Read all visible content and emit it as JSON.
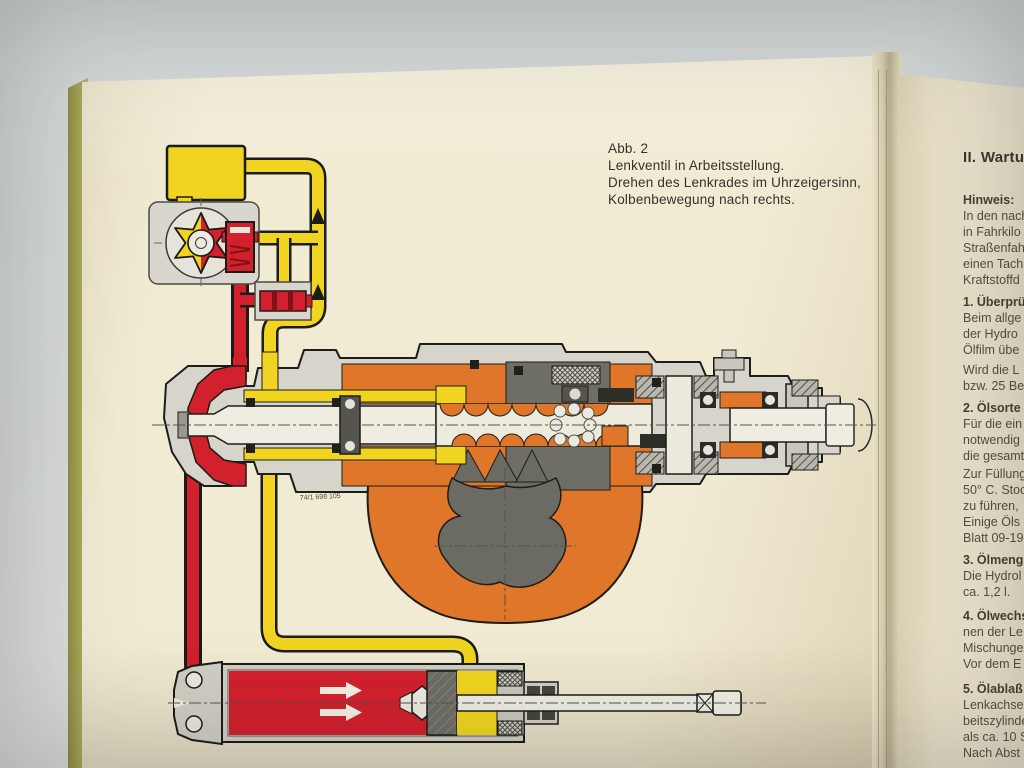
{
  "caption": {
    "line1": "Abb. 2",
    "line2": "Lenkventil in Arbeitsstellung.",
    "line3": "Drehen des Lenkrades im Uhrzeigersinn,",
    "line4": "Kolbenbewegung nach rechts."
  },
  "figure": {
    "part_number": "74/1 698 105",
    "components": [
      "oil-reservoir",
      "gear-pump",
      "pressure-relief-valve",
      "flow-control-valve",
      "steering-gear-cross-section",
      "working-cylinder",
      "piston-rod"
    ],
    "flow_colors": {
      "pressure_oil": "#d2202c",
      "return_oil": "#f0d41f"
    }
  },
  "right_page": {
    "heading": "II. Wartu",
    "lines": [
      "Hinweis:",
      "In den nach",
      "in Fahrkilo",
      "Straßenfah",
      "einen Tach",
      "Kraftstoffd",
      "1. Überprü",
      "Beim allge",
      "der Hydro",
      "Ölfilm übe",
      "Wird die L",
      "bzw. 25 Be",
      "2. Ölsorte",
      "Für die ein",
      "notwendig",
      "die gesamt",
      "Zur Füllung",
      "50° C. Stoc",
      "zu führen,",
      "Einige Öls",
      "Blatt 09-19",
      "3. Ölmeng",
      "Die Hydrol",
      "ca. 1,2 l.",
      "4. Ölwechs",
      "nen der Le",
      "Mischunge",
      "Vor dem E",
      "5. Ölablaß",
      "Lenkachse",
      "beitszylinde",
      "als ca. 10 S",
      "Nach Abst"
    ]
  },
  "colors": {
    "pressure_red": "#d2202c",
    "return_yellow": "#f0d41f",
    "casting_orange": "#e0762a",
    "housing_gray": "#d7d5cb",
    "dark_gray": "#6e6d66",
    "page_cream": "#f1ebd3",
    "right_page_cream": "#ede5cd",
    "cover_olive": "#a8a557",
    "backdrop_gray": "#d5d9d8"
  }
}
